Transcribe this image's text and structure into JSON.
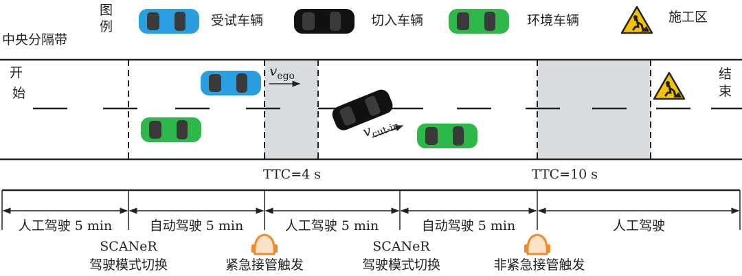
{
  "legend": {
    "title_1": "图",
    "title_2": "例",
    "items": [
      {
        "label": "受试车辆",
        "color": "#2a9fe0",
        "icon": "car-icon"
      },
      {
        "label": "切入车辆",
        "color": "#111111",
        "icon": "car-icon"
      },
      {
        "label": "环境车辆",
        "color": "#2eb84a",
        "icon": "car-icon"
      },
      {
        "label": "施工区",
        "color": "#f5c400",
        "icon": "construction-sign-icon"
      }
    ]
  },
  "road": {
    "median_label": "中央分隔带",
    "start_1": "开",
    "start_2": "始",
    "end_1": "结",
    "end_2": "束",
    "v_ego": "v",
    "v_ego_sub": "ego",
    "v_cutin": "v",
    "v_cutin_sub": "cut-in",
    "ttc_1": "TTC=4 s",
    "ttc_2": "TTC=10 s",
    "zone_color": "#d9dde0"
  },
  "timeline": {
    "segments": [
      "人工驾驶 5 min",
      "自动驾驶 5 min",
      "人工驾驶 5 min",
      "自动驾驶 5 min",
      "人工驾驶"
    ],
    "events": [
      {
        "line1": "SCANeR",
        "line2": "驾驶模式切换"
      },
      {
        "line2": "紧急接管触发",
        "icon": "helmet-icon"
      },
      {
        "line1": "SCANeR",
        "line2": "驾驶模式切换"
      },
      {
        "line2": "非紧急接管触发",
        "icon": "helmet-icon"
      }
    ]
  }
}
